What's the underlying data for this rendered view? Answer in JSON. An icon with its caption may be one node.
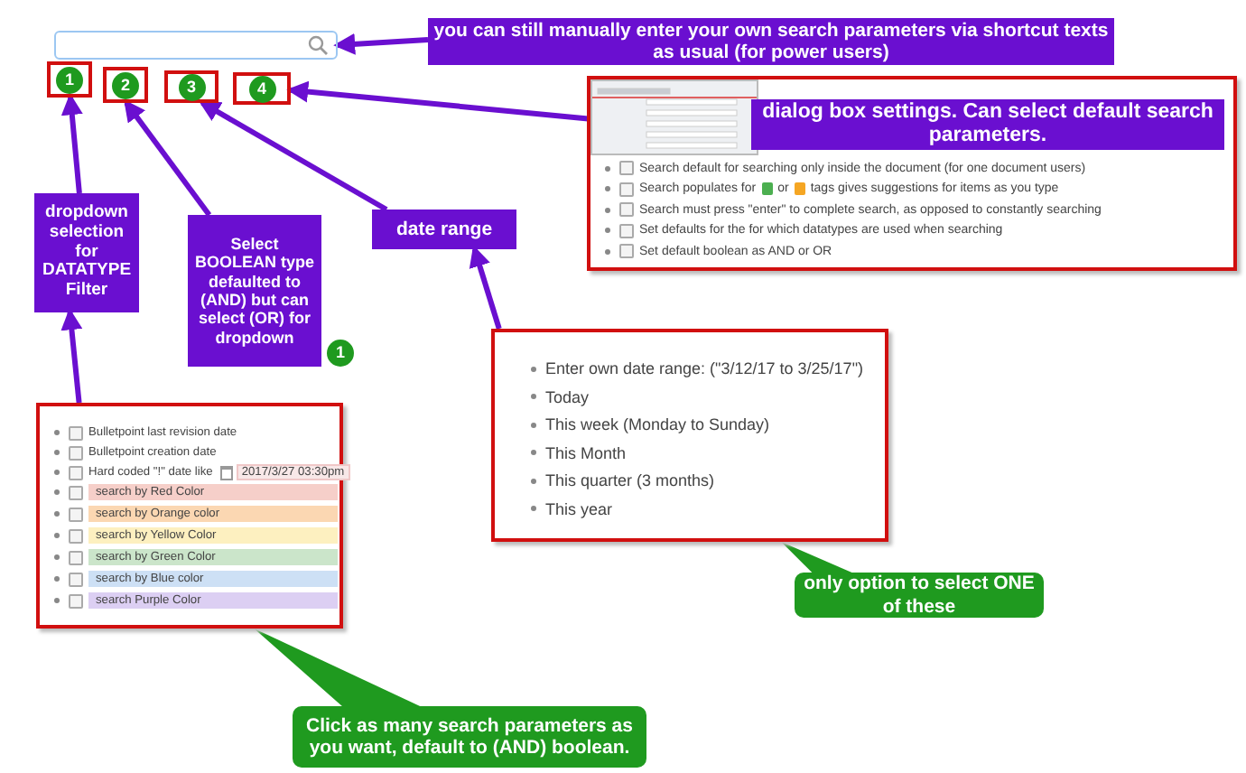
{
  "diagram": {
    "nodes": [
      {
        "text": [],
        "shape": "box"
      },
      {
        "text": [
          "you can still manually enter your own search parameters via shortcut texts as usual (for power users)"
        ]
      },
      {
        "text": [
          "1"
        ]
      },
      {
        "text": [
          "2"
        ]
      },
      {
        "text": [
          "3"
        ]
      },
      {
        "text": [
          "4"
        ]
      },
      {
        "text": [
          "dropdown selection for DATATYPE Filter"
        ]
      },
      {
        "text": [
          "Select BOOLEAN type defaulted to (AND) but can select (OR) for dropdown"
        ],
        "beside": [
          "1"
        ]
      },
      {
        "text": [
          "date range"
        ]
      },
      {
        "text": [
          "Search default for searching only inside the document (for one document users)",
          "Search populates for",
          "or",
          "tags gives suggestions for items as you type",
          "Search must press \"enter\" to complete search, as opposed to constantly searching",
          "Set defaults for the for which datatypes are used when searching",
          "Set default boolean as AND or OR"
        ]
      },
      {
        "text": [],
        "shape": "picture",
        "in": 9
      },
      {
        "text": [
          "dialog box settings. Can select default search parameters."
        ],
        "in": 9
      },
      {
        "text": [
          "Bulletpoint last revision date",
          "Bulletpoint creation date",
          "Hard coded \"!\" date like",
          "2017/3/27 03:30pm",
          "search by Red Color",
          "search by Orange color",
          "search by Yellow Color",
          "search by Green Color",
          "search by Blue color",
          "search Purple Color"
        ]
      },
      {
        "text": [
          "Enter own date range: (\"3/12/17 to 3/25/17\")",
          "Today",
          "This week (Monday to Sunday)",
          "This Month",
          "This quarter (3 months)",
          "This year"
        ]
      },
      {
        "text": [
          "only option to select ONE of these"
        ]
      },
      {
        "text": [
          "Click as many search parameters as you want, default to (AND) boolean."
        ]
      }
    ],
    "edges": [
      {
        "from": 1,
        "to": 0,
        "arrow": "to"
      },
      {
        "from": 6,
        "to": 2,
        "arrow": "to"
      },
      {
        "from": 7,
        "to": 3,
        "arrow": "to"
      },
      {
        "from": 8,
        "to": 4,
        "arrow": "to"
      },
      {
        "from": 10,
        "to": 5,
        "arrow": "to"
      },
      {
        "from": 12,
        "to": 6,
        "arrow": "to"
      },
      {
        "from": 13,
        "to": 8,
        "arrow": "to"
      },
      {
        "from": 14,
        "to": 13,
        "arrow": "none",
        "color": "#1f9a1f"
      },
      {
        "from": 15,
        "to": 12,
        "arrow": "none",
        "color": "#1f9a1f"
      }
    ]
  }
}
